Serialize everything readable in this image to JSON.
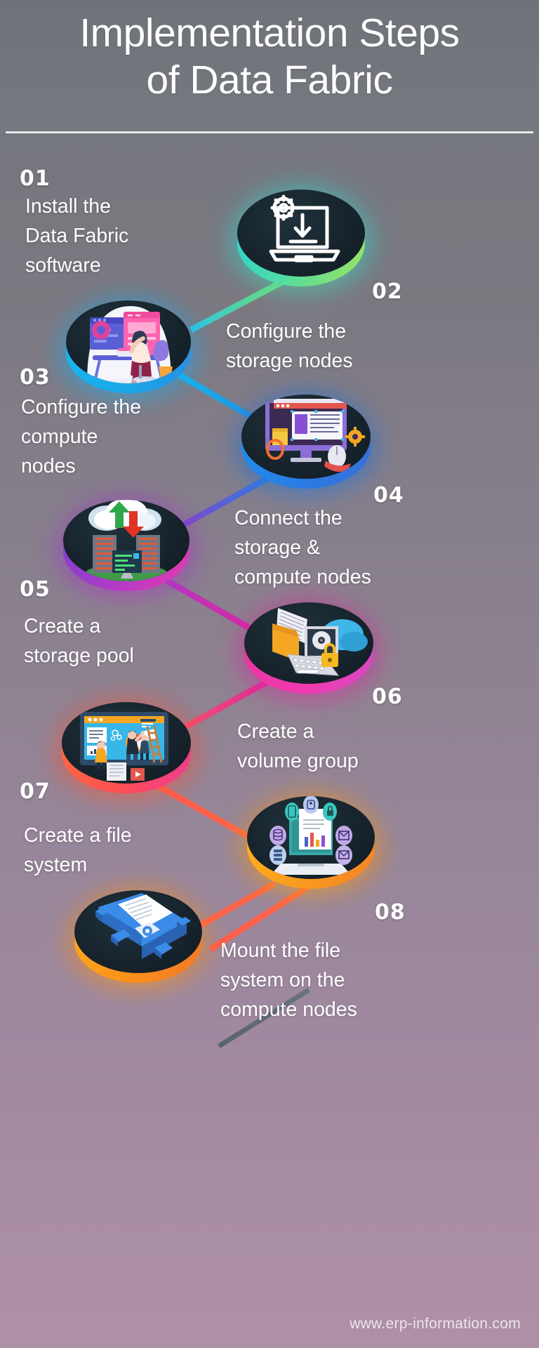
{
  "header": {
    "title": "Implementation Steps\nof  Data Fabric"
  },
  "footer": {
    "url": "www.erp-information.com"
  },
  "colors": {
    "background_top": "#75777e",
    "background_bottom": "#ae90a7",
    "header_background": "#767980",
    "divider": "#f2f1f3",
    "text": "#ffffff",
    "disc_face": "#17242d",
    "step1_rim": "#4fd6b2",
    "step2_rim": "#19b4e6",
    "step3_rim": "#2b7fe0",
    "step4_rim": "#a03fc0",
    "step5_rim": "#e0269f",
    "step6_rim": "#ff6a3d",
    "step7_rim": "#f9a020",
    "step8_rim": "#f79a1e"
  },
  "steps": [
    {
      "number": "01",
      "label": "Install the\nData Fabric\nsoftware",
      "icon": "laptop-download-gear-icon",
      "side": "left"
    },
    {
      "number": "02",
      "label": "Configure the\nstorage nodes",
      "icon": "person-at-desk-workstation-icon",
      "side": "right"
    },
    {
      "number": "03",
      "label": "Configure the\ncompute\nnodes",
      "icon": "desktop-monitor-documents-icon",
      "side": "left"
    },
    {
      "number": "04",
      "label": "Connect the\nstorage &\ncompute nodes",
      "icon": "cloud-server-racks-icon",
      "side": "right"
    },
    {
      "number": "05",
      "label": "Create a\nstorage pool",
      "icon": "laptop-disk-cloud-lock-icon",
      "side": "left"
    },
    {
      "number": "06",
      "label": "Create a\nvolume group",
      "icon": "team-dashboard-screen-icon",
      "side": "right"
    },
    {
      "number": "07",
      "label": "Create a file\nsystem",
      "icon": "laptop-document-services-icon",
      "side": "left"
    },
    {
      "number": "08",
      "label": "Mount the file\nsystem on the\ncompute nodes",
      "icon": "monitor-file-mount-icon",
      "side": "right"
    }
  ]
}
